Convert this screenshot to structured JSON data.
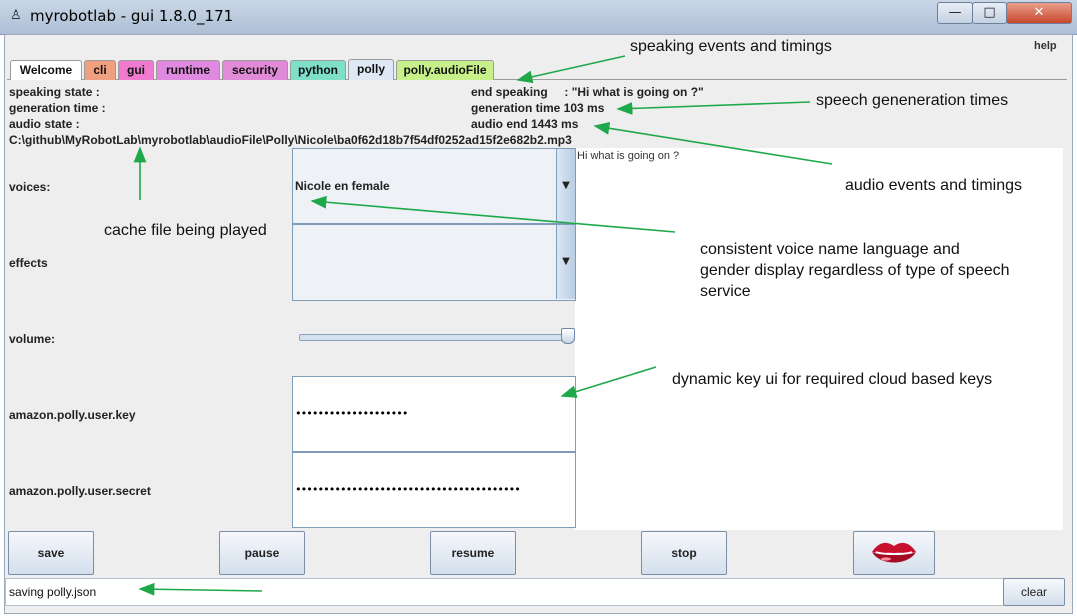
{
  "window": {
    "title": "myrobotlab - gui 1.8.0_171",
    "min_glyph": "—",
    "max_glyph": "□",
    "close_glyph": "✕"
  },
  "menu": {
    "help": "help"
  },
  "tabs": [
    {
      "label": "Welcome",
      "color": "#ffffff"
    },
    {
      "label": "cli",
      "color": "#f0a080"
    },
    {
      "label": "gui",
      "color": "#f07ad0"
    },
    {
      "label": "runtime",
      "color": "#e089e0"
    },
    {
      "label": "security",
      "color": "#e08ad8"
    },
    {
      "label": "python",
      "color": "#7fe0c8"
    },
    {
      "label": "polly",
      "color": "#dfe8f5"
    },
    {
      "label": "polly.audioFile",
      "color": "#c8f08a"
    }
  ],
  "status": {
    "speaking_state_label": "speaking state :",
    "generation_time_label": "generation time :",
    "audio_state_label": "audio state :",
    "end_speaking": "end speaking     : \"Hi what is going on ?\"",
    "generation_time": "generation time 103 ms",
    "audio_end": "audio end 1443 ms",
    "file_path": "C:\\github\\MyRobotLab\\myrobotlab\\audioFile\\Polly\\Nicole\\ba0f62d18b7f54df0252ad15f2e682b2.mp3"
  },
  "form": {
    "voices_label": "voices:",
    "voices_value": "Nicole en female",
    "effects_label": "effects",
    "effects_value": "",
    "volume_label": "volume:",
    "volume_level": 1.0,
    "user_key_label": "amazon.polly.user.key",
    "user_key_value": "••••••••••••••••••••",
    "user_secret_label": "amazon.polly.user.secret",
    "user_secret_value": "••••••••••••••••••••••••••••••••••••••••",
    "speech_text": "Hi what is going on ?"
  },
  "buttons": {
    "save": "save",
    "pause": "pause",
    "resume": "resume",
    "stop": "stop",
    "clear": "clear",
    "mouth_icon": "lips-icon"
  },
  "statusbar": {
    "text": "saving polly.json"
  },
  "annotations": {
    "speaking_events": "speaking events and timings",
    "speech_generation": "speech geneneration times",
    "audio_events": "audio events and timings",
    "cache_file": "cache file being played",
    "voice_name_1": "consistent voice name language and",
    "voice_name_2": "gender display regardless of type of speech",
    "voice_name_3": "service",
    "dynamic_key": "dynamic key ui for required cloud based keys"
  },
  "colors": {
    "arrow": "#1fa84a",
    "close_button": "#c9462c"
  }
}
